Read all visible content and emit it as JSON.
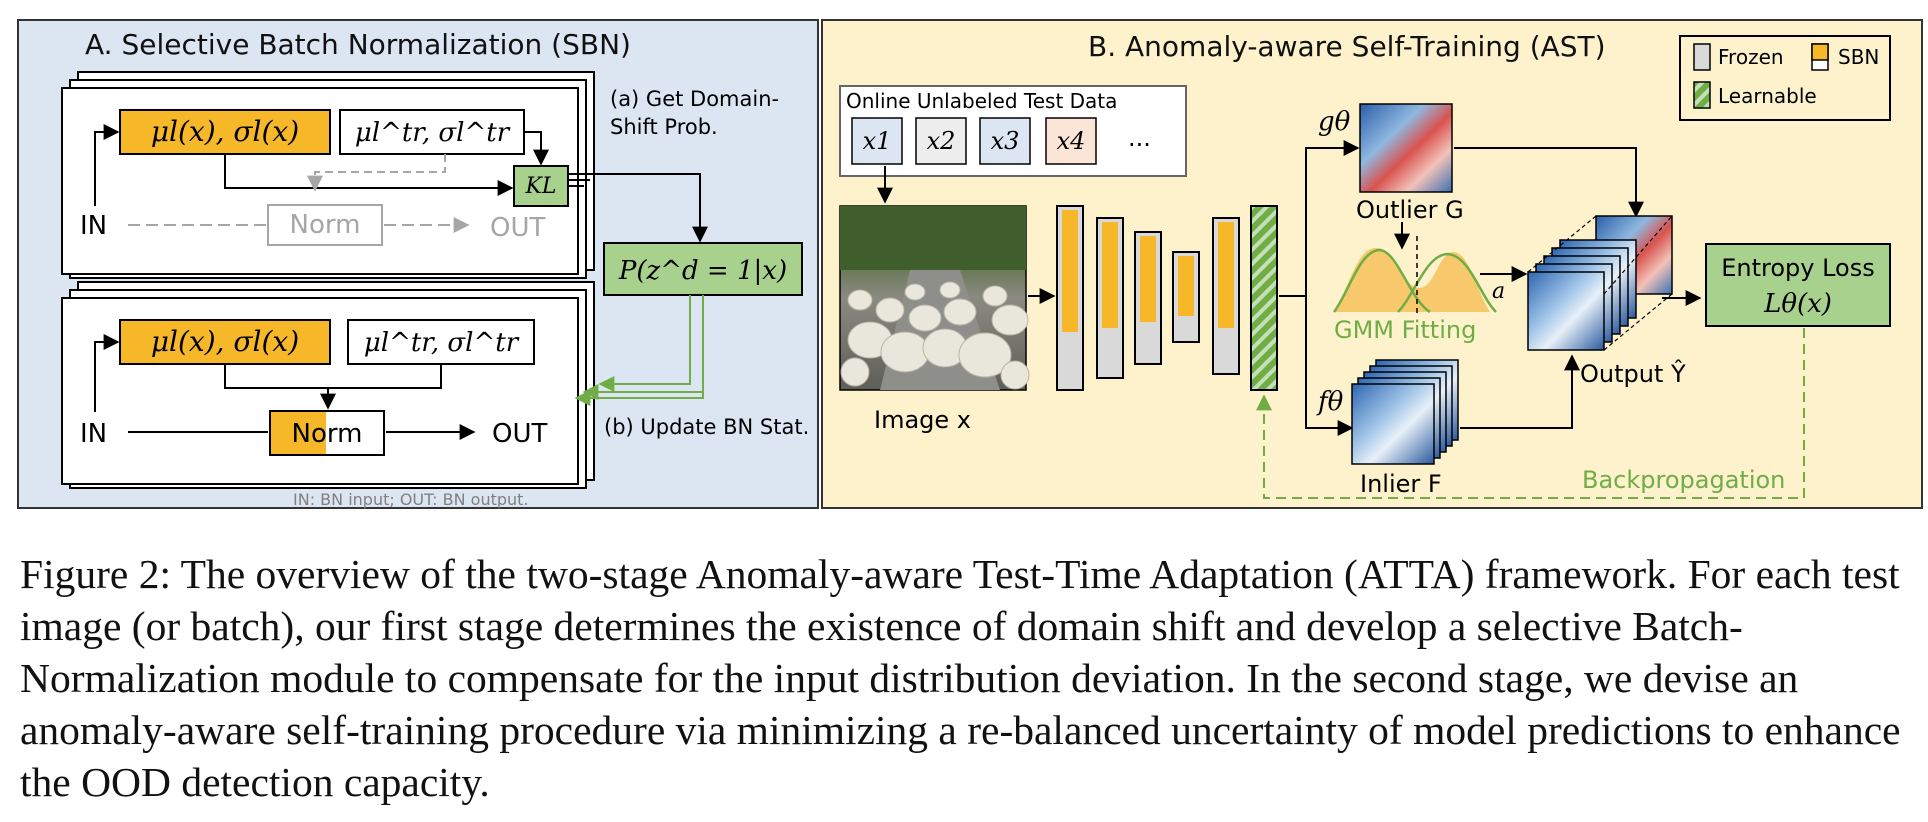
{
  "panel_a": {
    "title": "A. Selective Batch Normalization (SBN)",
    "stat_box": "μl(x), σl(x)",
    "tr_box": "μl^tr, σl^tr",
    "kl": "KL",
    "in": "IN",
    "out": "OUT",
    "norm": "Norm",
    "get_prob": [
      "(a) Get Domain-",
      "Shift Prob."
    ],
    "prob_box": "P(z^d = 1|x)",
    "update": "(b) Update BN Stat.",
    "footnote": "IN: BN input;  OUT: BN output."
  },
  "panel_b": {
    "title": "B. Anomaly-aware Self-Training (AST)",
    "legend": {
      "frozen": "Frozen",
      "sbn": "SBN",
      "learnable": "Learnable"
    },
    "online_data": "Online Unlabeled Test Data",
    "tokens": [
      "x1",
      "x2",
      "x3",
      "x4",
      "..."
    ],
    "image_label": "Image x",
    "g_theta": "gθ",
    "f_theta": "fθ",
    "outlier": "Outlier G",
    "inlier": "Inlier F",
    "gmm": "GMM Fitting",
    "a": "a",
    "output": "Output Ŷ",
    "entropy": [
      "Entropy Loss",
      "Lθ(x)"
    ],
    "backprop": "Backpropagation"
  },
  "colors": {
    "panel_a_bg": "#dce6f2",
    "panel_b_bg": "#fdf2cc",
    "orange": "#f6b828",
    "green_box": "#a9d18e",
    "green_line": "#70ad47",
    "gray_box": "#d9d9d9",
    "faded": "#a6a6a6"
  },
  "caption": "Figure 2: The overview of the two-stage Anomaly-aware Test-Time Adaptation (ATTA) framework. For each test image (or batch), our first stage determines the existence of domain shift and develop a selective Batch-Normalization module to compensate for the input distribution deviation. In the second stage, we devise an anomaly-aware self-training procedure via minimizing a re-balanced uncertainty of model predictions to enhance the OOD detection capacity."
}
